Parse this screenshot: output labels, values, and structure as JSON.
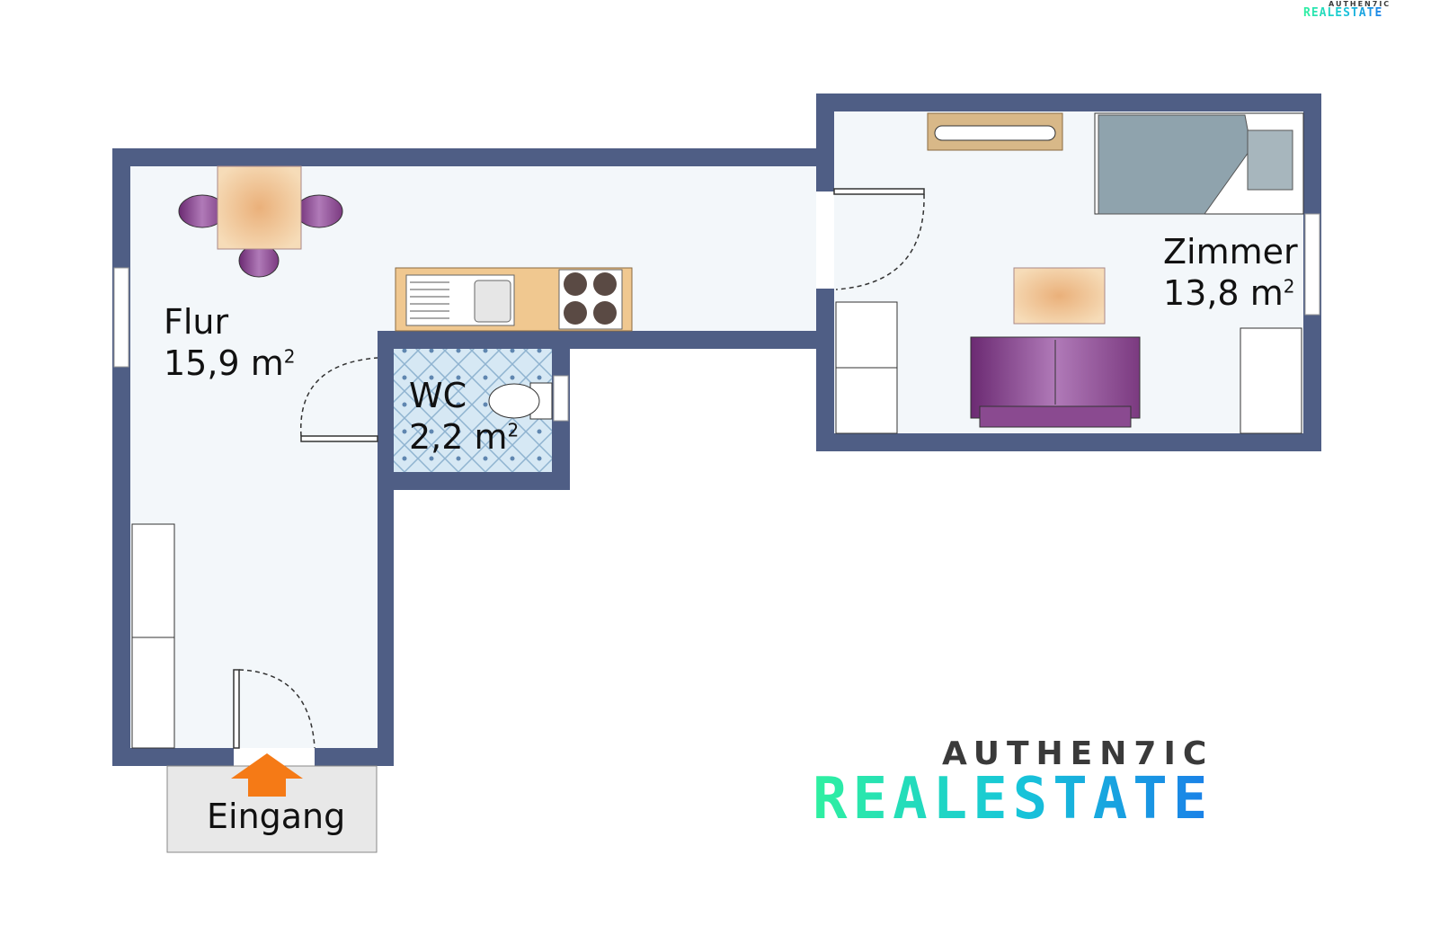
{
  "rooms": [
    {
      "name": "Flur",
      "area": "15,9 m",
      "unit_sup": "2"
    },
    {
      "name": "WC",
      "area": "2,2 m",
      "unit_sup": "2"
    },
    {
      "name": "Zimmer",
      "area": "13,8 m",
      "unit_sup": "2"
    }
  ],
  "entrance": {
    "label": "Eingang"
  },
  "logo": {
    "top": "AUTHEN7IC",
    "bottom": "REALESTATE"
  },
  "colors": {
    "wall": "#4f5e85",
    "floor": "#f3f7fa",
    "entrance_arrow": "#f57a16",
    "furniture_purple": "#7b3a80",
    "wood": "#f0c890"
  }
}
